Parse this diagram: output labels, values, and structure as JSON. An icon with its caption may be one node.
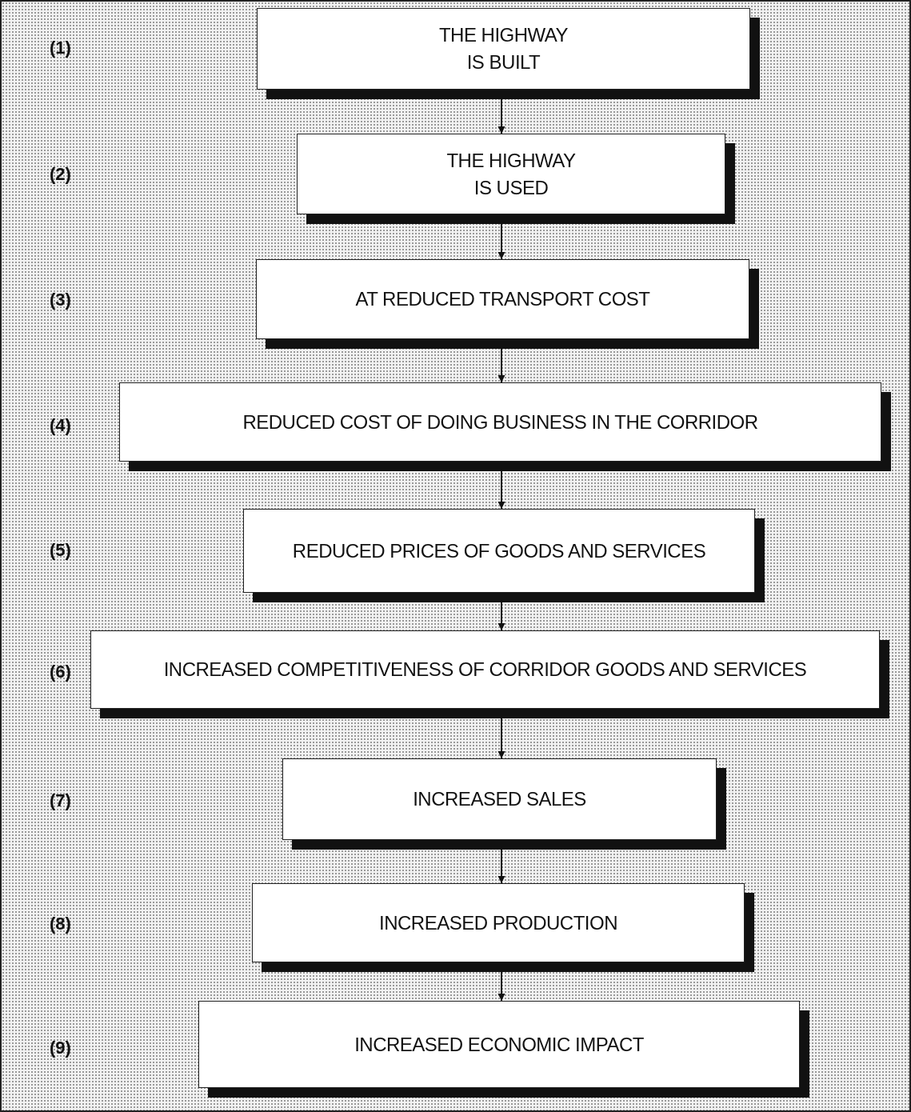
{
  "diagram": {
    "nodes": [
      {
        "text": [
          "THE HIGHWAY IS BUILT"
        ]
      },
      {
        "text": [
          "THE HIGHWAY IS USED"
        ]
      },
      {
        "text": [
          "AT REDUCED TRANSPORT COST"
        ]
      },
      {
        "text": [
          "REDUCED COST OF DOING BUSINESS IN THE CORRIDOR"
        ]
      },
      {
        "text": [
          "REDUCED PRICES OF GOODS AND SERVICES"
        ]
      },
      {
        "text": [
          "INCREASED COMPETITIVENESS OF CORRIDOR GOODS AND SERVICES"
        ]
      },
      {
        "text": [
          "INCREASED SALES"
        ]
      },
      {
        "text": [
          "INCREASED PRODUCTION"
        ]
      },
      {
        "text": [
          "INCREASED ECONOMIC IMPACT"
        ]
      }
    ],
    "edges": [
      {
        "from": 0,
        "to": 1,
        "arrow": "to"
      },
      {
        "from": 1,
        "to": 2,
        "arrow": "to"
      },
      {
        "from": 2,
        "to": 3,
        "arrow": "to"
      },
      {
        "from": 3,
        "to": 4,
        "arrow": "to"
      },
      {
        "from": 4,
        "to": 5,
        "arrow": "to"
      },
      {
        "from": 5,
        "to": 6,
        "arrow": "to"
      },
      {
        "from": 6,
        "to": 7,
        "arrow": "to"
      },
      {
        "from": 7,
        "to": 8,
        "arrow": "to"
      }
    ],
    "labels": [
      "(1)",
      "(2)",
      "(3)",
      "(4)",
      "(5)",
      "(6)",
      "(7)",
      "(8)",
      "(9)"
    ]
  }
}
